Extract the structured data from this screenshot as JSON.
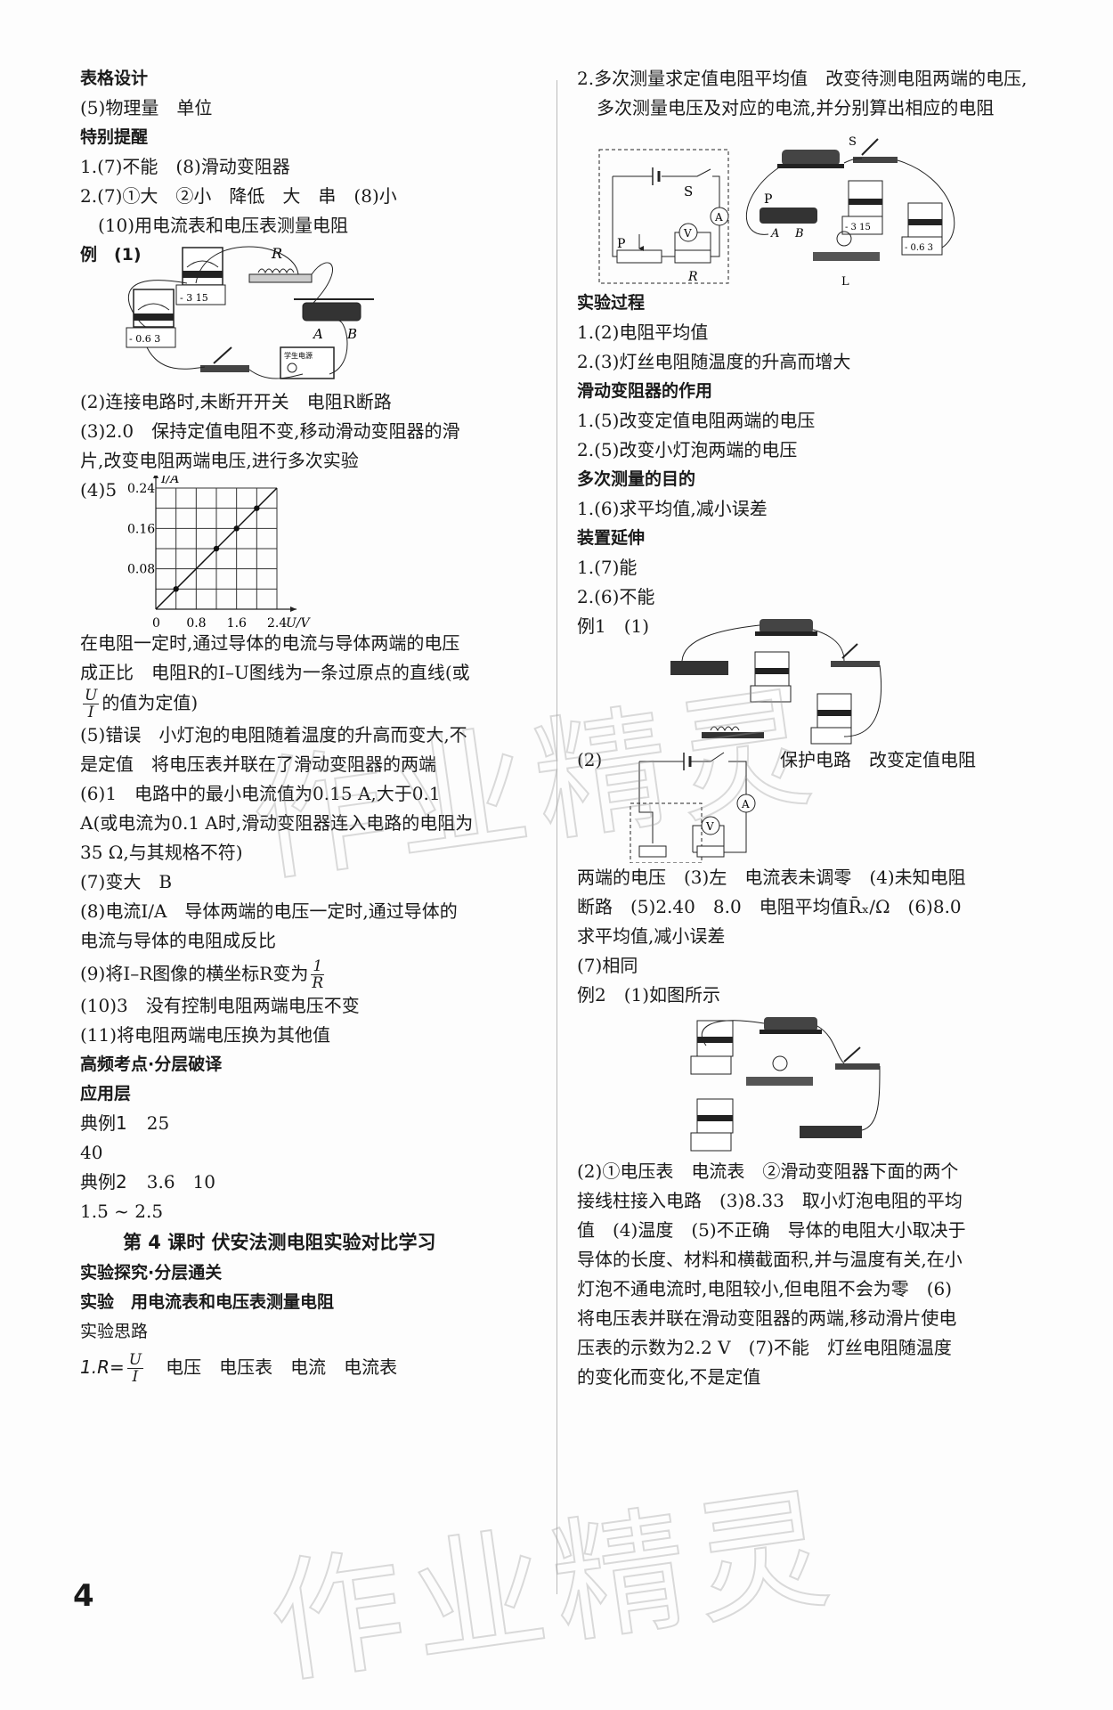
{
  "page_number": "4",
  "watermark": "作业精灵",
  "left": {
    "table_design_heading": "表格设计",
    "table_design_line": "(5)物理量　单位",
    "special_note_heading": "特别提醒",
    "special_note_1": "1.(7)不能　(8)滑动变阻器",
    "special_note_2": "2.(7)①大　②小　降低　大　串　(8)小",
    "special_note_3": "(10)用电流表和电压表测量电阻",
    "example_label": "例　(1)",
    "fig1_labels": {
      "R": "R",
      "A": "A",
      "B": "B",
      "voltmeter_scale": "- 3 15",
      "ammeter_scale": "- 0.6 3",
      "power_supply": "学生电源"
    },
    "ans_2": "(2)连接电路时,未断开开关　电阻R断路",
    "ans_3": "(3)2.0　保持定值电阻不变,移动滑动变阻器的滑片,改变电阻两端电压,进行多次实验",
    "ans_4_label": "(4)5",
    "ans_4_text_a": "在电阻一定时,通过导体的电流与导体两端的电压成正比　电阻R的I–U图线为一条过原点的直线(或",
    "ans_4_frac_num": "U",
    "ans_4_frac_den": "I",
    "ans_4_text_b": "的值为定值)",
    "ans_5": "(5)错误　小灯泡的电阻随着温度的升高而变大,不是定值　将电压表并联在了滑动变阻器的两端",
    "ans_6": "(6)1　电路中的最小电流值为0.15 A,大于0.1 A(或电流为0.1 A时,滑动变阻器连入电路的电阻为35 Ω,与其规格不符)",
    "ans_7": "(7)变大　B",
    "ans_8": "(8)电流I/A　导体两端的电压一定时,通过导体的电流与导体的电阻成反比",
    "ans_9_text": "(9)将I–R图像的横坐标R变为",
    "ans_9_frac_num": "1",
    "ans_9_frac_den": "R",
    "ans_10": "(10)3　没有控制电阻两端电压不变",
    "ans_11": "(11)将电阻两端电压换为其他值",
    "hf_heading": "高频考点·分层破译",
    "apply_heading": "应用层",
    "typical1_label": "典例1",
    "typical1_value": "25",
    "typical1_value2": "40",
    "typical2_label": "典例2",
    "typical2_value": "3.6　10",
    "typical2_value2": "1.5 ~ 2.5",
    "lesson_title": "第 4 课时  伏安法测电阻实验对比学习",
    "explore_heading": "实验探究·分层通关",
    "experiment_heading": "实验　用电流表和电压表测量电阻",
    "idea_heading": "实验思路",
    "idea_1_prefix": "1.R=",
    "idea_1_frac_num": "U",
    "idea_1_frac_den": "I",
    "idea_1_rest": "电压　电压表　电流　电流表"
  },
  "right": {
    "idea_2": "2.多次测量求定值电阻平均值　改变待测电阻两端的电压,多次测量电压及对应的电流,并分别算出相应的电阻",
    "schematic_labels": {
      "S": "S",
      "A": "A",
      "V": "V",
      "P": "P",
      "R": "R",
      "L": "L",
      "Pphys": "P",
      "Aphys": "A",
      "Bphys": "B",
      "v_scale": "- 3 15",
      "a_scale": "- 0.6 3"
    },
    "process_heading": "实验过程",
    "process_1": "1.(2)电阻平均值",
    "process_2": "2.(3)灯丝电阻随温度的升高而增大",
    "rheostat_heading": "滑动变阻器的作用",
    "rheostat_1": "1.(5)改变定值电阻两端的电压",
    "rheostat_2": "2.(5)改变小灯泡两端的电压",
    "purpose_heading": "多次测量的目的",
    "purpose_1": "1.(6)求平均值,减小误差",
    "extend_heading": "装置延伸",
    "extend_1": "1.(7)能",
    "extend_2": "2.(6)不能",
    "ex1_label": "例1　(1)",
    "ex1_part2_label": "(2)",
    "ex1_part2_text": "保护电路　改变定值电阻",
    "ex1_cont": "两端的电压　(3)左　电流表未调零　(4)未知电阻断路　(5)2.40　8.0　电阻平均值R̄ₓ/Ω　(6)8.0　求平均值,减小误差",
    "ex1_7": "(7)相同",
    "ex2_label": "例2　(1)如图所示",
    "ex2_text": "(2)①电压表　电流表　②滑动变阻器下面的两个接线柱接入电路　(3)8.33　取小灯泡电阻的平均值　(4)温度　(5)不正确　导体的电阻大小取决于导体的长度、材料和横截面积,并与温度有关,在小灯泡不通电流时,电阻较小,但电阻不会为零　(6)将电压表并联在滑动变阻器的两端,移动滑片使电压表的示数为2.2 V　(7)不能　灯丝电阻随温度的变化而变化,不是定值"
  },
  "chart_data": {
    "type": "line",
    "title": "",
    "xlabel": "U/V",
    "ylabel": "I/A",
    "x_ticks": [
      "0",
      "0.8",
      "1.6",
      "2.4"
    ],
    "y_ticks": [
      "0.08",
      "0.16",
      "0.24"
    ],
    "xlim": [
      0,
      2.4
    ],
    "ylim": [
      0,
      0.24
    ],
    "grid": true,
    "grid_divisions": 6,
    "line": {
      "x": [
        0,
        2.4
      ],
      "y": [
        0,
        0.24
      ]
    },
    "points": {
      "x": [
        0.4,
        1.2,
        1.6,
        2.0
      ],
      "y": [
        0.04,
        0.12,
        0.16,
        0.2
      ]
    }
  }
}
